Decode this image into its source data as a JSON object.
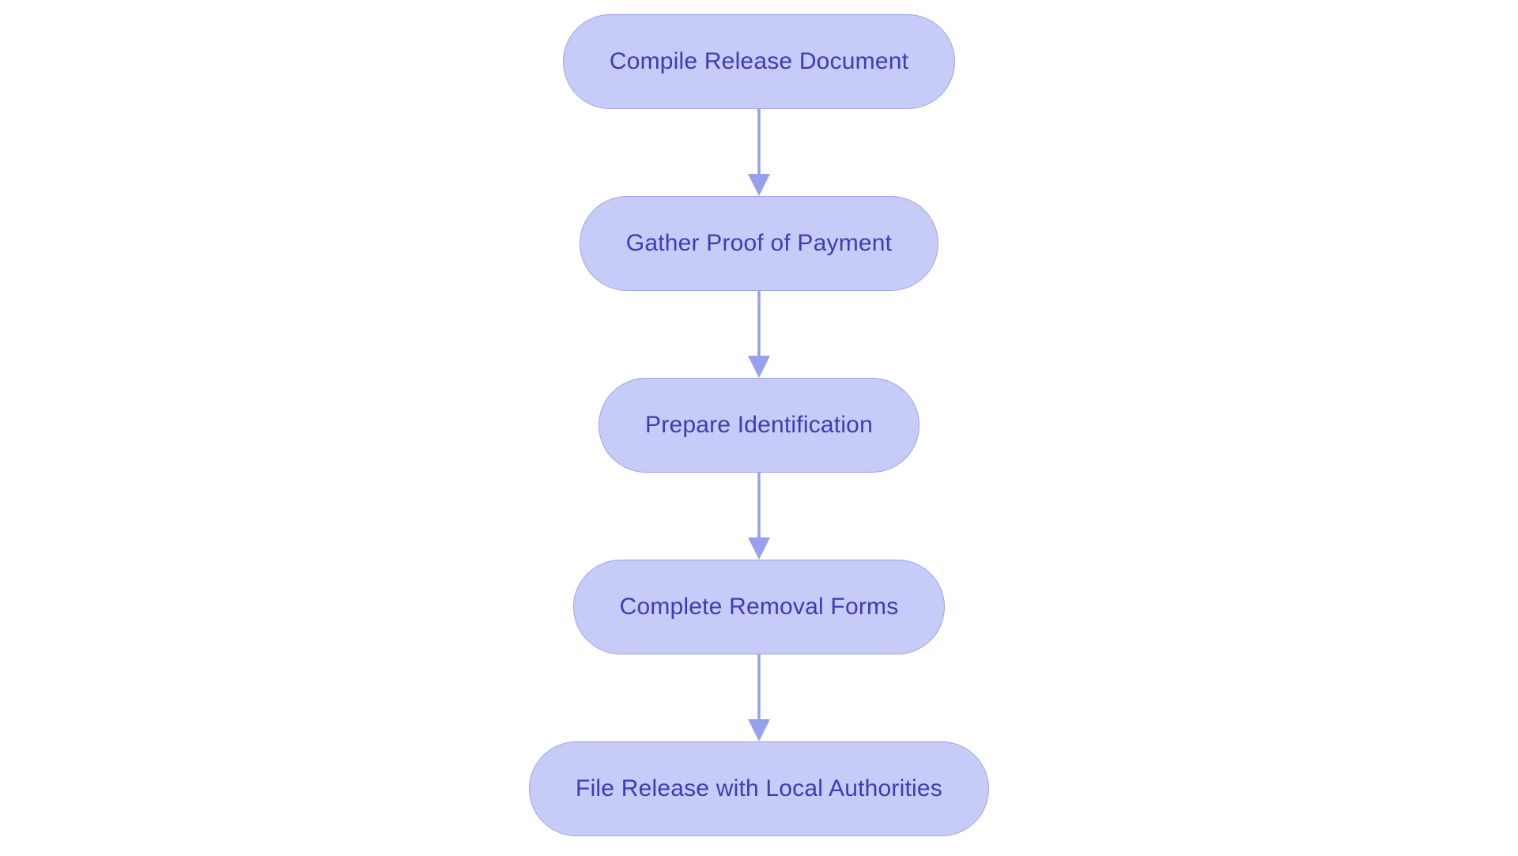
{
  "diagram": {
    "type": "flowchart",
    "direction": "top-down",
    "background_color": "#ffffff",
    "node_fill_color": "#c6cbf7",
    "node_border_color": "#9ba4ee",
    "node_text_color": "#3d3cb5",
    "arrow_color": "#96a0eb",
    "nodes": [
      {
        "id": "compile-release-document",
        "label": "Compile Release Document"
      },
      {
        "id": "gather-proof-of-payment",
        "label": "Gather Proof of Payment"
      },
      {
        "id": "prepare-identification",
        "label": "Prepare Identification"
      },
      {
        "id": "complete-removal-forms",
        "label": "Complete Removal Forms"
      },
      {
        "id": "file-release-with-local-authorities",
        "label": "File Release with Local Authorities"
      }
    ],
    "edges": [
      {
        "from": "compile-release-document",
        "to": "gather-proof-of-payment"
      },
      {
        "from": "gather-proof-of-payment",
        "to": "prepare-identification"
      },
      {
        "from": "prepare-identification",
        "to": "complete-removal-forms"
      },
      {
        "from": "complete-removal-forms",
        "to": "file-release-with-local-authorities"
      }
    ]
  }
}
